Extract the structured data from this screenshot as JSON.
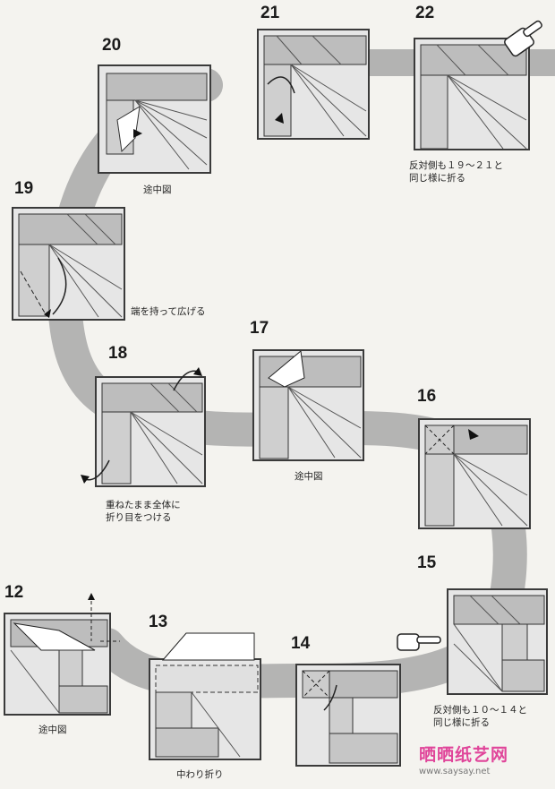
{
  "steps": [
    {
      "number": "20",
      "caption": "途中図"
    },
    {
      "number": "21",
      "caption": ""
    },
    {
      "number": "22",
      "caption": "反対側も１９～２１と\n同じ様に折る"
    },
    {
      "number": "19",
      "caption": "端を持って広げる"
    },
    {
      "number": "18",
      "caption": "重ねたまま全体に\n折り目をつける"
    },
    {
      "number": "17",
      "caption": "途中図"
    },
    {
      "number": "16",
      "caption": ""
    },
    {
      "number": "15",
      "caption": "反対側も１０～１４と\n同じ様に折る"
    },
    {
      "number": "12",
      "caption": "途中図"
    },
    {
      "number": "13",
      "caption": "中わり折り"
    },
    {
      "number": "14",
      "caption": ""
    }
  ],
  "watermark": {
    "title": "晒晒纸艺网",
    "url": "www.saysay.net"
  },
  "icons": [
    "pointing-hand-icon",
    "fold-arrow-icon"
  ],
  "colors": {
    "paper": "#e6e6e6",
    "band": "#9a9a9a",
    "ink": "#2a2a2a",
    "watermark": "#e0459a"
  }
}
